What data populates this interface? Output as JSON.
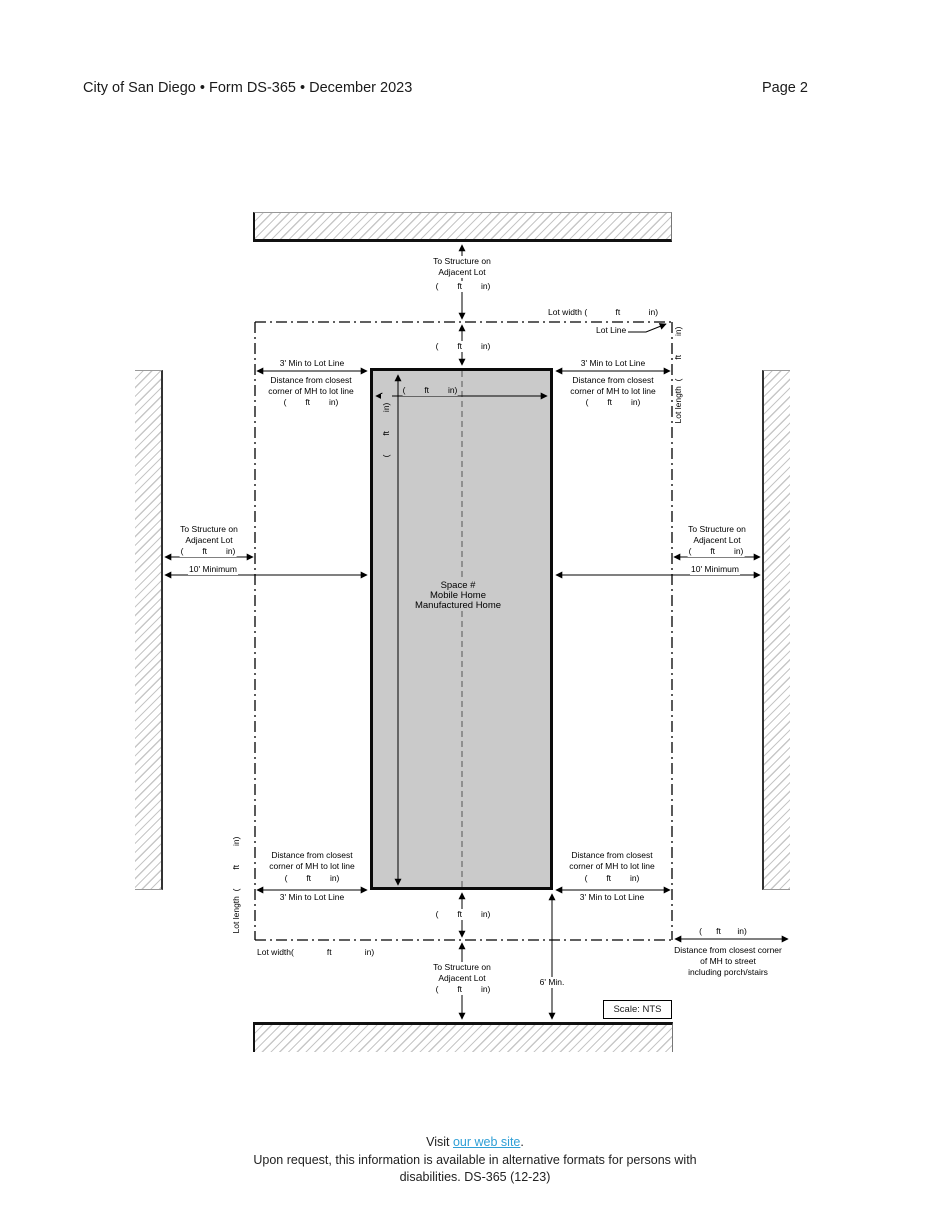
{
  "page": {
    "header_left": "City of San Diego • Form DS-365 • December 2023",
    "header_right": "Page 2"
  },
  "diagram": {
    "to_structure_line1": "To Structure on",
    "to_structure_line2": "Adjacent Lot",
    "ft_in": "(        ft        in)",
    "lot_width_top": "Lot width (            ft            in)",
    "lot_width_bottom": "Lot width(              ft              in)",
    "lot_line": "Lot Line",
    "lot_length": "Lot length  (        ft        in)",
    "min3": "3' Min to Lot Line",
    "dist_corner_line1": "Distance from closest",
    "dist_corner_line2": "corner of MH to lot line",
    "min10": "10' Minimum",
    "mh_line1": "Space #",
    "mh_line2": "Mobile Home",
    "mh_line3": "Manufactured Home",
    "min6": "6' Min.",
    "scale": "Scale: NTS",
    "street_ft_in": "(      ft       in)",
    "street_line1": "Distance from closest corner",
    "street_line2": "of MH to street",
    "street_line3": "including porch/stairs"
  },
  "footer": {
    "visit_prefix": "Visit ",
    "link_text": "our web site",
    "visit_suffix": ".",
    "line2": "Upon request, this information is available in alternative formats for persons with",
    "line3": "disabilities. DS-365 (12-23)"
  },
  "colors": {
    "link_blue": "#2f9fd6",
    "mh_fill": "#cacaca",
    "hatch_gray": "#c7c7c7"
  }
}
